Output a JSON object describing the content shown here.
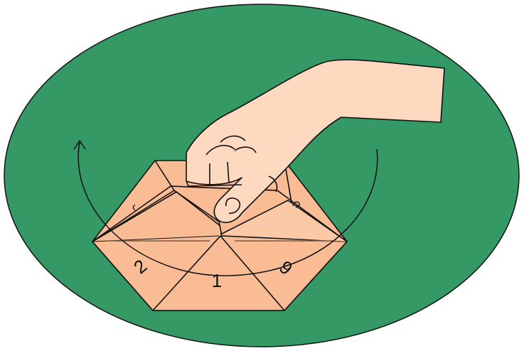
{
  "diagram": {
    "face_labels": [
      "2",
      "1",
      "6"
    ],
    "colors": {
      "background": "#349965",
      "paper": "#f9bc94",
      "paper_light": "#fbc9a6",
      "skin": "#fcd9bf",
      "line": "#111111"
    }
  }
}
